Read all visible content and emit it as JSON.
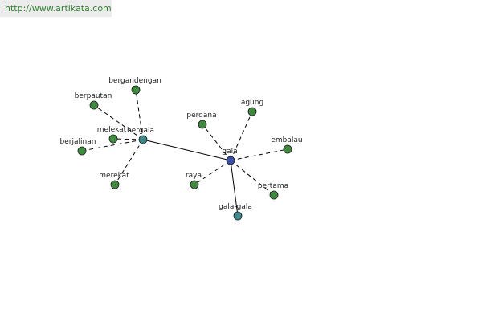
{
  "site_url": "http://www.artikata.com",
  "colors": {
    "center": "#3b4fa8",
    "hub": "#3e8a8a",
    "leaf": "#3f8a3f",
    "edge": "#000000",
    "url_text": "#2e7d2e"
  },
  "graph": {
    "nodes": [
      {
        "id": "gala",
        "label": "gala",
        "kind": "center"
      },
      {
        "id": "bergala",
        "label": "bergala",
        "kind": "hub"
      },
      {
        "id": "gala-gala",
        "label": "gala-gala",
        "kind": "hub"
      },
      {
        "id": "bergandengan",
        "label": "bergandengan",
        "kind": "leaf"
      },
      {
        "id": "berpautan",
        "label": "berpautan",
        "kind": "leaf"
      },
      {
        "id": "melekat",
        "label": "melekat",
        "kind": "leaf"
      },
      {
        "id": "berjalinan",
        "label": "berjalinan",
        "kind": "leaf"
      },
      {
        "id": "merekat",
        "label": "merekat",
        "kind": "leaf"
      },
      {
        "id": "perdana",
        "label": "perdana",
        "kind": "leaf"
      },
      {
        "id": "agung",
        "label": "agung",
        "kind": "leaf"
      },
      {
        "id": "embalau",
        "label": "embalau",
        "kind": "leaf"
      },
      {
        "id": "raya",
        "label": "raya",
        "kind": "leaf"
      },
      {
        "id": "pertama",
        "label": "pertama",
        "kind": "leaf"
      }
    ],
    "edges": [
      {
        "from": "gala",
        "to": "bergala",
        "style": "solid"
      },
      {
        "from": "gala",
        "to": "gala-gala",
        "style": "solid"
      },
      {
        "from": "gala",
        "to": "perdana",
        "style": "dashed"
      },
      {
        "from": "gala",
        "to": "agung",
        "style": "dashed"
      },
      {
        "from": "gala",
        "to": "embalau",
        "style": "dashed"
      },
      {
        "from": "gala",
        "to": "raya",
        "style": "dashed"
      },
      {
        "from": "gala",
        "to": "pertama",
        "style": "dashed"
      },
      {
        "from": "bergala",
        "to": "bergandengan",
        "style": "dashed"
      },
      {
        "from": "bergala",
        "to": "berpautan",
        "style": "dashed"
      },
      {
        "from": "bergala",
        "to": "melekat",
        "style": "dashed"
      },
      {
        "from": "bergala",
        "to": "berjalinan",
        "style": "dashed"
      },
      {
        "from": "bergala",
        "to": "merekat",
        "style": "dashed"
      }
    ]
  }
}
